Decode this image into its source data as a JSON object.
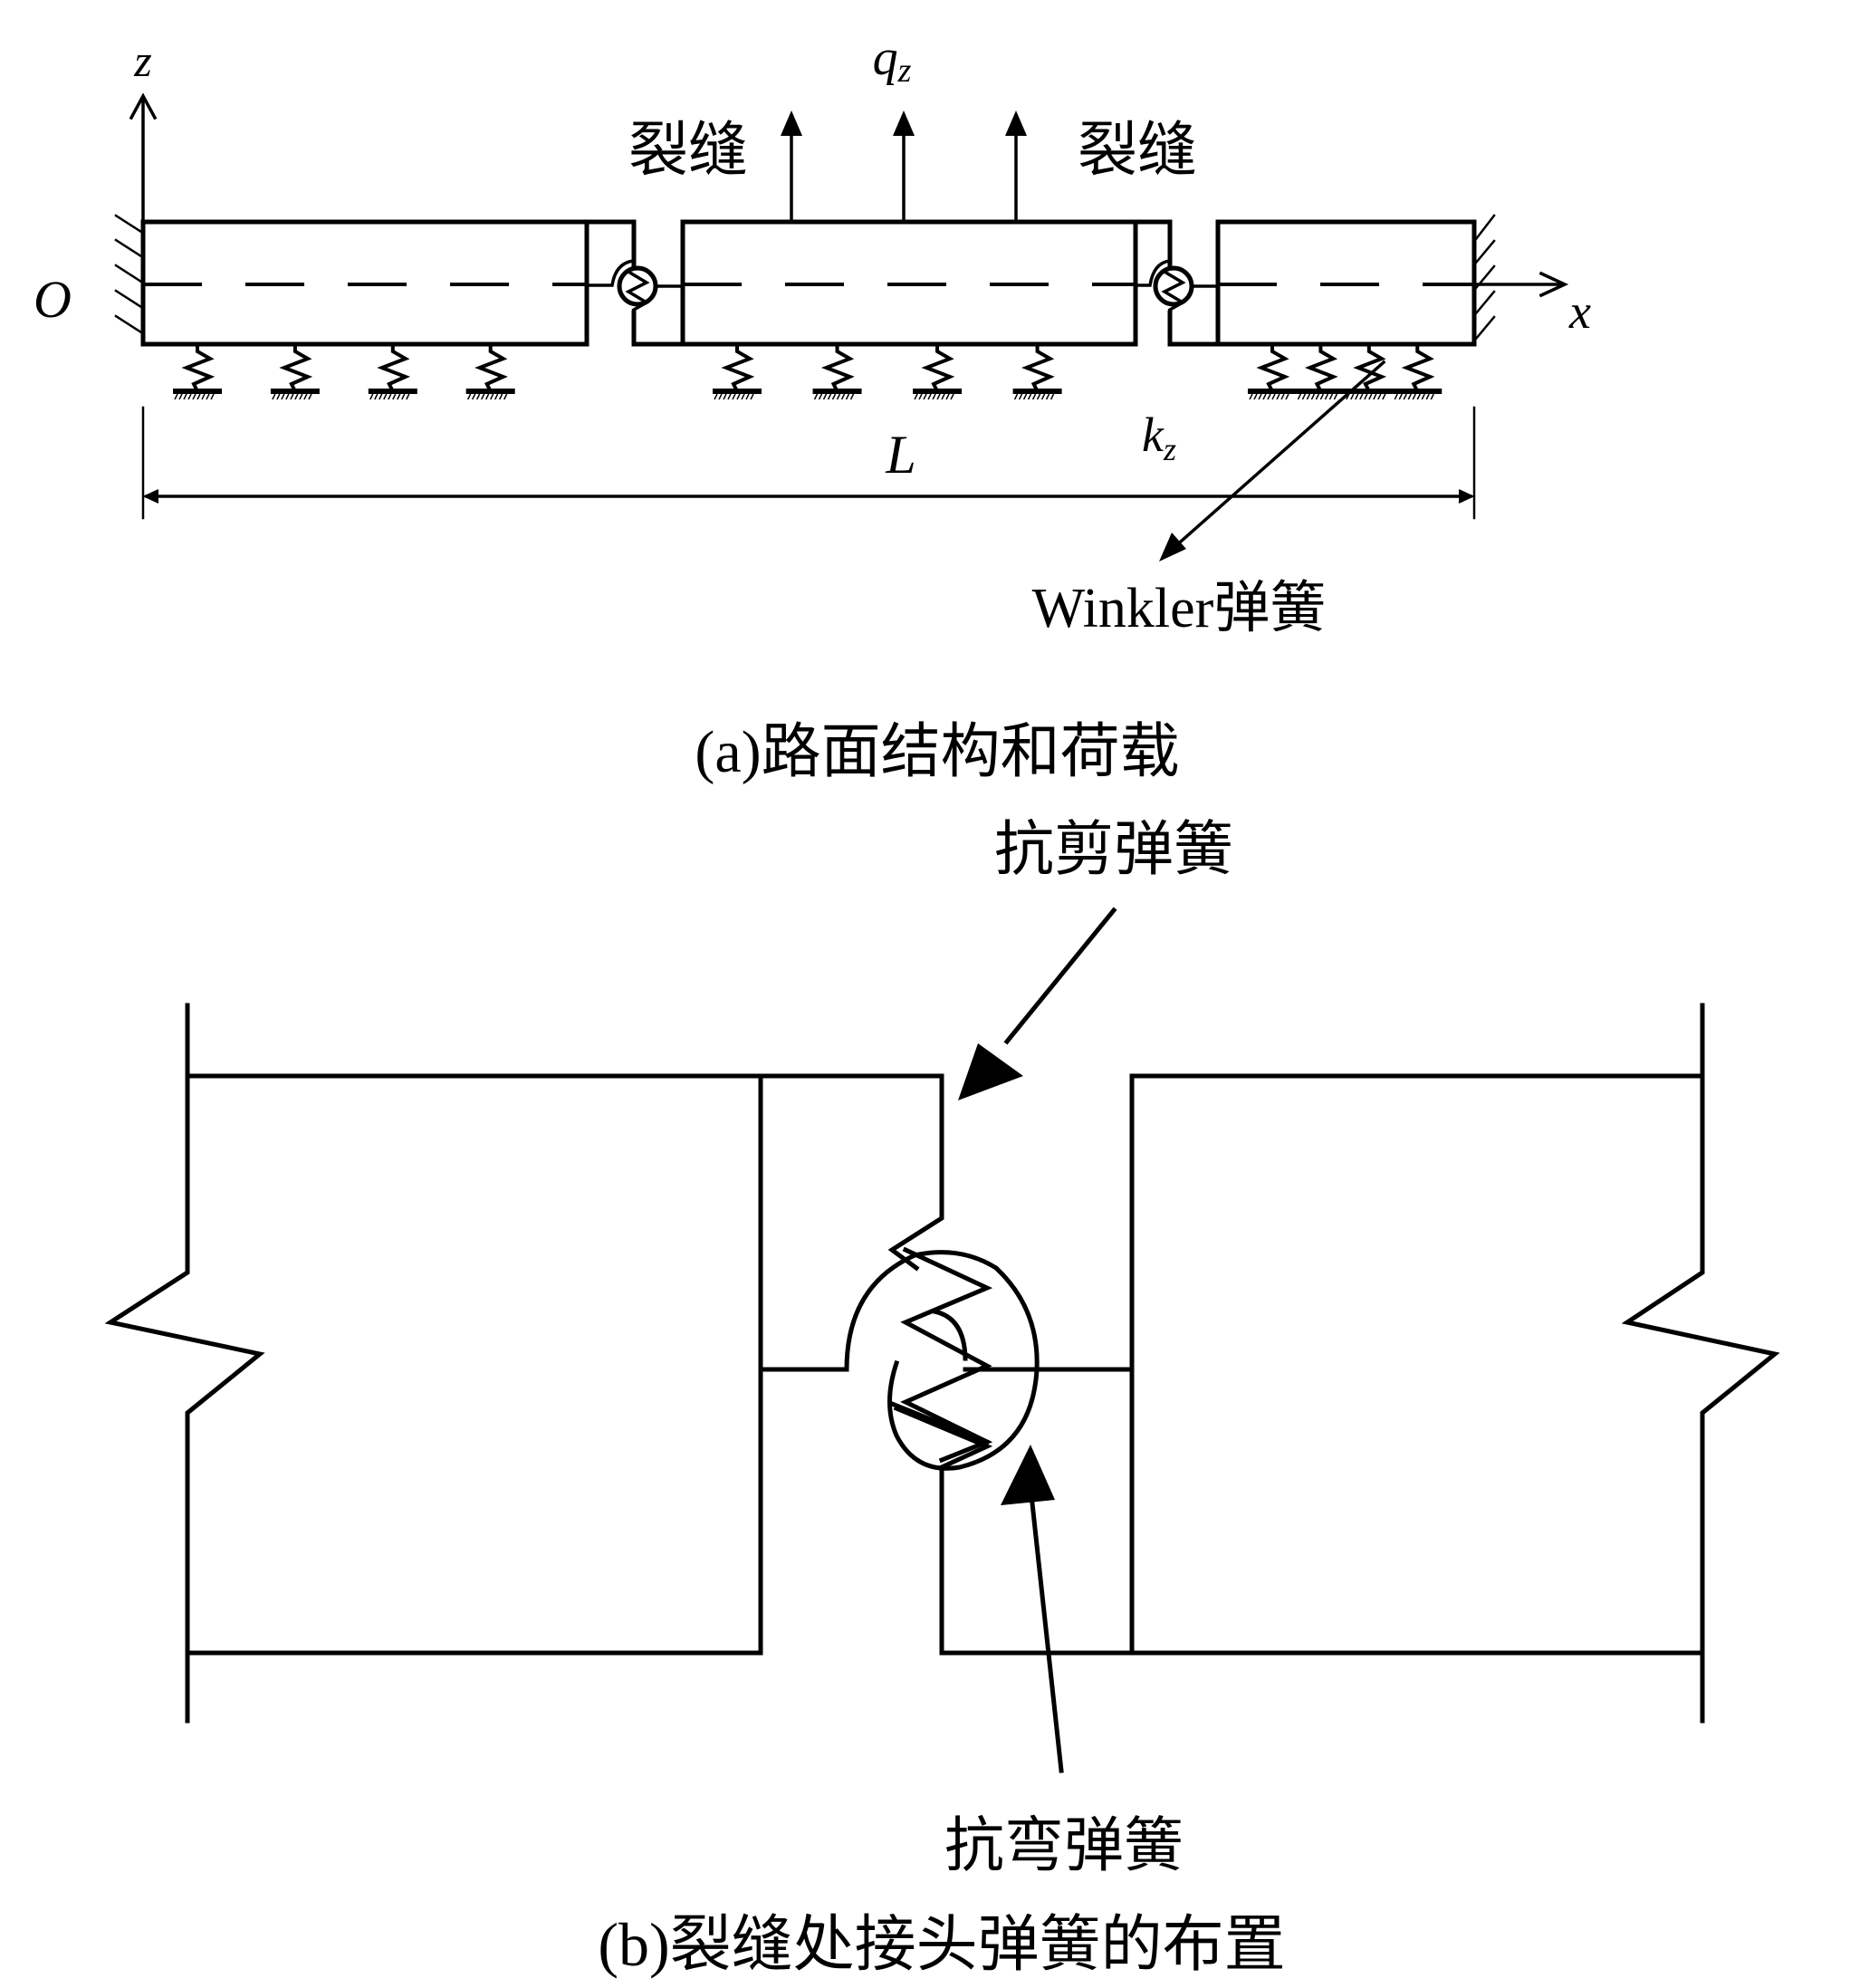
{
  "figure": {
    "panel_a": {
      "caption": "(a)路面结构和荷载",
      "axis_z": "z",
      "axis_x": "x",
      "origin": "O",
      "load": {
        "symbol": "q",
        "subscript": "z",
        "arrow_count": 3
      },
      "crack_label_left": "裂缝",
      "crack_label_right": "裂缝",
      "spring_stiffness": {
        "symbol": "k",
        "subscript": "z"
      },
      "length_label": "L",
      "winkler_label": "Winkler弹簧",
      "slab_count": 3,
      "springs_per_slab": 4
    },
    "panel_b": {
      "caption": "(b)裂缝处接头弹簧的布置",
      "shear_spring_label": "抗剪弹簧",
      "bending_spring_label": "抗弯弹簧"
    },
    "colors": {
      "line": "#000000",
      "background": "#ffffff"
    }
  }
}
